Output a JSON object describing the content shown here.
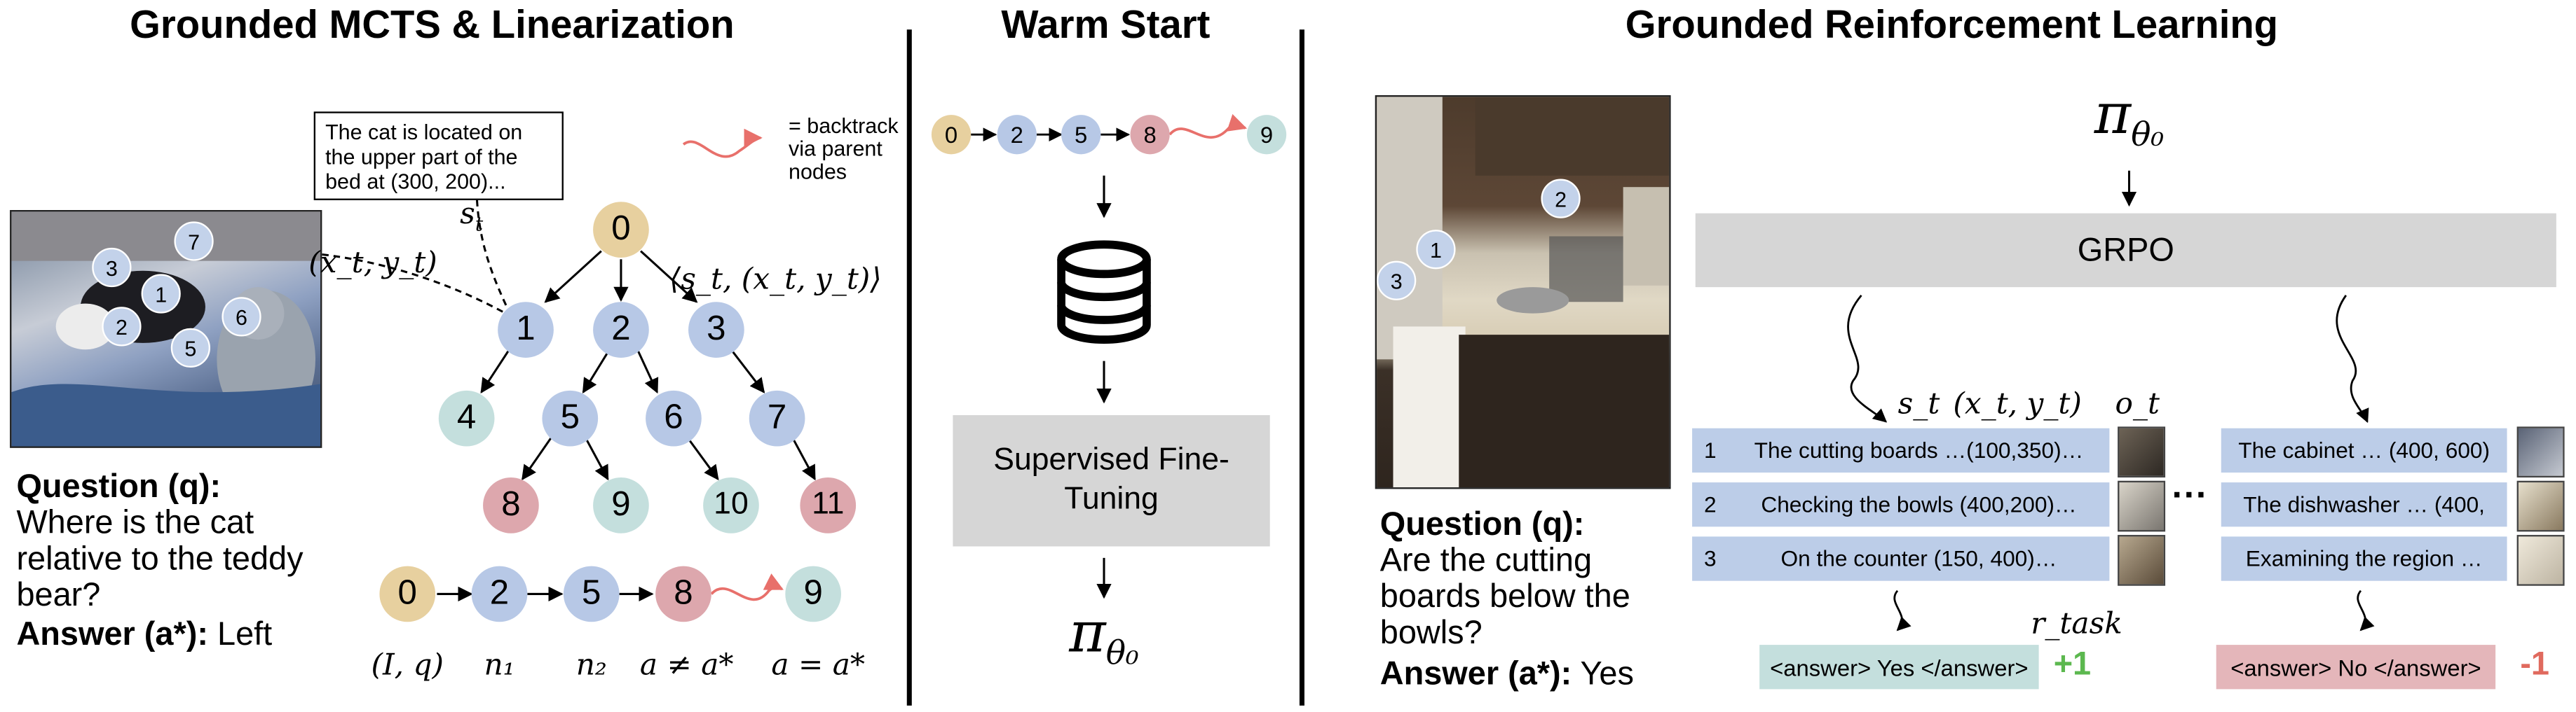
{
  "sections": {
    "left_title": "Grounded MCTS & Linearization",
    "middle_title": "Warm Start",
    "right_title": "Grounded Reinforcement Learning"
  },
  "mcts": {
    "callout_text": "The cat is located on the upper part of the bed at (300, 200)...",
    "backtrack_note": "= backtrack via parent nodes",
    "label_st": "s",
    "label_st_sub": "t",
    "label_xy": "(x_t, y_t)",
    "label_tuple": "⟨s_t, (x_t, y_t)⟩",
    "tree_nodes": [
      "0",
      "1",
      "2",
      "3",
      "4",
      "5",
      "6",
      "7",
      "8",
      "9",
      "10",
      "11"
    ],
    "photo_nodes": [
      "1",
      "2",
      "3",
      "5",
      "6",
      "7"
    ],
    "path_nodes": [
      "0",
      "2",
      "5",
      "8",
      "9"
    ],
    "path_labels": [
      "(I, q)",
      "n₁",
      "n₂",
      "a ≠ a*",
      "a = a*"
    ],
    "question_label": "Question (q):",
    "question_text": "Where is the cat relative to the teddy bear?",
    "answer_label": "Answer (a*):",
    "answer_text": "Left"
  },
  "warm_start": {
    "path_nodes": [
      "0",
      "2",
      "5",
      "8",
      "9"
    ],
    "sft_label": "Supervised Fine-Tuning",
    "policy_label": "π",
    "policy_sub": "θ₀",
    "icon": "database-icon"
  },
  "grl": {
    "policy_label": "π",
    "policy_sub": "θ₀",
    "grpo_label": "GRPO",
    "photo_nodes": [
      "1",
      "2",
      "3"
    ],
    "col_labels": {
      "state": "s_t",
      "coord": "(x_t, y_t)",
      "obs": "o_t"
    },
    "left_rows": [
      {
        "num": "1",
        "text": "The cutting boards …(100,350)…"
      },
      {
        "num": "2",
        "text": "Checking the bowls (400,200)…"
      },
      {
        "num": "3",
        "text": "On the counter (150, 400)…"
      }
    ],
    "right_rows": [
      {
        "text": "The cabinet … (400, 600)"
      },
      {
        "text": "The dishwasher … (400,"
      },
      {
        "text": "Examining the region …"
      }
    ],
    "ellipsis": "···",
    "reward_label": "r_task",
    "answer_yes": "<answer> Yes </answer>",
    "answer_no": "<answer> No </answer>",
    "reward_pos": "+1",
    "reward_neg": "-1",
    "question_label": "Question (q):",
    "question_text": "Are the cutting boards below the bowls?",
    "answer_label": "Answer (a*):",
    "answer_text": "Yes"
  },
  "colors": {
    "node_blue": "#b7c8e6",
    "node_green": "#c4dfdd",
    "node_pink": "#dda7ad",
    "node_tan": "#e7d09f",
    "backtrack_red": "#e8706b",
    "positive_green": "#5cb84f",
    "negative_red": "#e06a5e",
    "row_blue": "#bccde8",
    "grey_box": "#d6d6d6"
  }
}
